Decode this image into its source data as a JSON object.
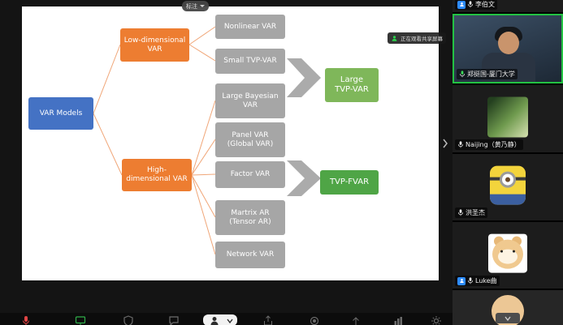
{
  "share_view": {
    "annotation_label": "标注",
    "share_notice": "正在观看共享屏幕"
  },
  "diagram": {
    "root": {
      "label": "VAR Models"
    },
    "branches": [
      {
        "label": "Low-dimensional\nVAR"
      },
      {
        "label": "High-\ndimensional VAR"
      }
    ],
    "leaves": [
      {
        "label": "Nonlinear VAR"
      },
      {
        "label": "Small TVP-VAR"
      },
      {
        "label": "Large Bayesian\nVAR"
      },
      {
        "label": "Panel VAR\n(Global VAR)"
      },
      {
        "label": "Factor VAR"
      },
      {
        "label": "Martrix AR\n(Tensor AR)"
      },
      {
        "label": "Network VAR"
      }
    ],
    "results": [
      {
        "label": "Large\nTVP-VAR"
      },
      {
        "label": "TVP-FVAR"
      }
    ],
    "colors": {
      "root": "#4472c4",
      "branch": "#ed7d31",
      "leaf": "#a6a6a6",
      "result_top": "#7fb75a",
      "result_bottom": "#4fa546",
      "connector": "#f0a678",
      "arrow": "#ababab"
    }
  },
  "participants": [
    {
      "name": "李伯文",
      "badge": true
    },
    {
      "name": "郑挺国-厦门大学",
      "speaking": true
    },
    {
      "name": "Naijing（黄乃静）"
    },
    {
      "name": "洪圣杰"
    },
    {
      "name": "Luke曲",
      "badge": true
    }
  ],
  "toolbar": {
    "icons": [
      "mic-muted",
      "screen-share",
      "security",
      "chat",
      "participants",
      "share",
      "record",
      "raise-hand",
      "polls",
      "settings"
    ],
    "accent_red": "#e04545",
    "accent_green": "#2fae4a"
  }
}
